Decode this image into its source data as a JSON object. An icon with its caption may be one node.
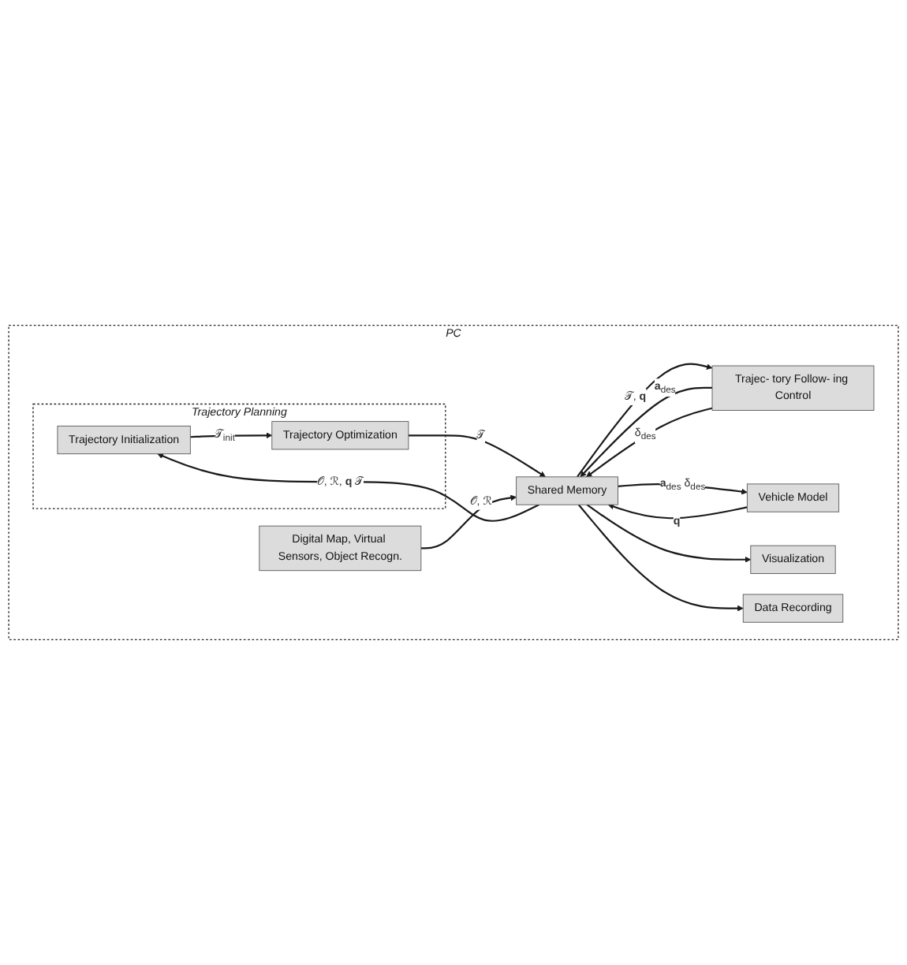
{
  "diagram": {
    "nodes": [
      {
        "text": [
          "PC"
        ]
      },
      {
        "text": [
          "Trajectory Planning"
        ],
        "in": 0
      },
      {
        "text": [
          "Trajectory Initialization"
        ],
        "in": 1
      },
      {
        "text": [
          "Trajectory Optimization"
        ],
        "in": 1
      },
      {
        "text": [
          "Digital Map, Virtual Sensors, Object Recogn."
        ],
        "in": 0
      },
      {
        "text": [
          "Shared Memory"
        ],
        "in": 0
      },
      {
        "text": [
          "Trajec- tory Follow- ing Control"
        ],
        "in": 0
      },
      {
        "text": [
          "Vehicle Model"
        ],
        "in": 0
      },
      {
        "text": [
          "Visualization"
        ],
        "in": 0
      },
      {
        "text": [
          "Data Recording"
        ],
        "in": 0
      }
    ],
    "edges": [
      {
        "from": 2,
        "to": 3,
        "arrow": "to",
        "label": "𝒯$_{init}$"
      },
      {
        "from": 5,
        "to": 2,
        "arrow": "to",
        "label": "𝒪, ℛ, **q** 𝒯"
      },
      {
        "from": 3,
        "to": 5,
        "arrow": "to",
        "label": "𝒯"
      },
      {
        "from": 4,
        "to": 5,
        "arrow": "to",
        "label": "𝒪, ℛ"
      },
      {
        "from": 6,
        "to": 5,
        "arrow": "to",
        "label": "**a**$_{des}$"
      },
      {
        "from": 5,
        "to": 6,
        "arrow": "to",
        "label": "𝒯, **q**"
      },
      {
        "from": 5,
        "to": 7,
        "arrow": "to",
        "label": "**a**$_{des}$ δ$_{des}$"
      },
      {
        "from": 6,
        "to": 5,
        "arrow": "to",
        "label": "δ$_{des}$"
      },
      {
        "from": 7,
        "to": 5,
        "arrow": "to",
        "label": "**q**"
      },
      {
        "from": 5,
        "to": 8,
        "arrow": "to"
      },
      {
        "from": 5,
        "to": 9,
        "arrow": "to"
      }
    ]
  }
}
